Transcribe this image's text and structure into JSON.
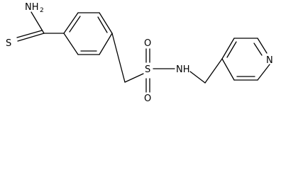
{
  "molecule": {
    "atoms": {
      "amide_nh2": "NH",
      "amide_nh2_subscript": "2",
      "thione_s": "S",
      "sulfonyl_s": "S",
      "sulfonyl_o_top": "O",
      "sulfonyl_o_bottom": "O",
      "sulfonamide_nh": "NH",
      "pyridine_n": "N"
    }
  }
}
